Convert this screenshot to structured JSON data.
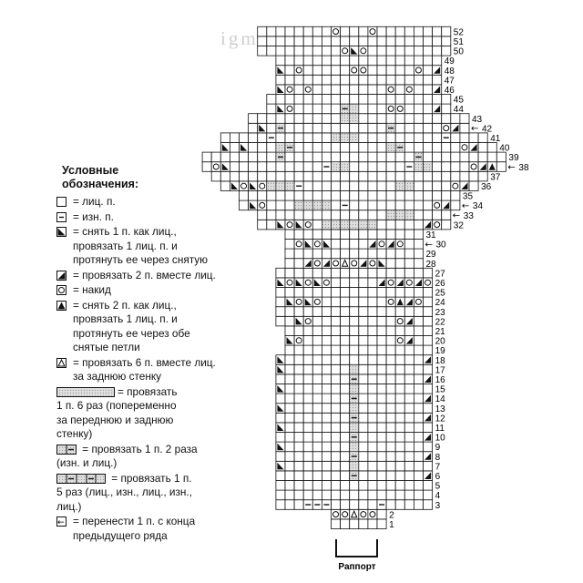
{
  "watermark": "igmihrru.ru",
  "legend": {
    "title": "Условные\nобозначения:",
    "items": [
      {
        "key": "knit",
        "text": "= лиц. п."
      },
      {
        "key": "purl",
        "text": "= изн. п."
      },
      {
        "key": "skp",
        "text": "= снять 1 п. как лиц.,\nпровязать 1 лиц. п. и\nпротянуть ее через снятую"
      },
      {
        "key": "k2tog",
        "text": "= провязать 2 п. вместе лиц."
      },
      {
        "key": "yo",
        "text": "= накид"
      },
      {
        "key": "sk2p",
        "text": "= снять 2 п. как лиц.,\nпровязать 1 лиц. п. и\nпротянуть ее через обе\nснятые петли"
      },
      {
        "key": "k6tog",
        "text": "= провязать 6 п. вместе лиц.\nза заднюю стенку"
      },
      {
        "key": "inc6",
        "text": "= провязать\n1 п. 6 раз (попеременно\nза переднюю и заднюю\nстенку)"
      },
      {
        "key": "inc2",
        "text": " = провязать 1 п. 2 раза\n(изн. и лиц.)"
      },
      {
        "key": "inc5",
        "text": " = провязать 1 п.\n5 раз (лиц., изн., лиц., изн.,\nлиц.)"
      },
      {
        "key": "move",
        "text": "= перенести 1 п. с конца\nпредыдущего ряда"
      }
    ]
  },
  "chart": {
    "repeat_label": "Раппорт",
    "row_numbers": [
      "1",
      "2",
      "3",
      "4",
      "5",
      "6",
      "7",
      "8",
      "9",
      "10",
      "11",
      "12",
      "13",
      "14",
      "15",
      "16",
      "17",
      "18",
      "19",
      "20",
      "21",
      "22",
      "23",
      "24",
      "25",
      "26",
      "27",
      "28",
      "29",
      "30",
      "31",
      "32",
      "33",
      "34",
      "35",
      "36",
      "37",
      "38",
      "39",
      "40",
      "41",
      "42",
      "43",
      "44",
      "45",
      "46",
      "47",
      "48",
      "49",
      "50",
      "51",
      "52"
    ]
  },
  "colors": {
    "grid": "#111111",
    "shade": "#cccccc",
    "watermark": "#cfcfcf"
  },
  "icons": {
    "knit": "empty-square-icon",
    "purl": "dash-icon",
    "skp": "left-triangle-icon",
    "k2tog": "right-triangle-icon",
    "yo": "circle-icon",
    "sk2p": "up-triangle-icon",
    "k6tog": "open-triangle-icon",
    "move": "arrow-icon"
  }
}
